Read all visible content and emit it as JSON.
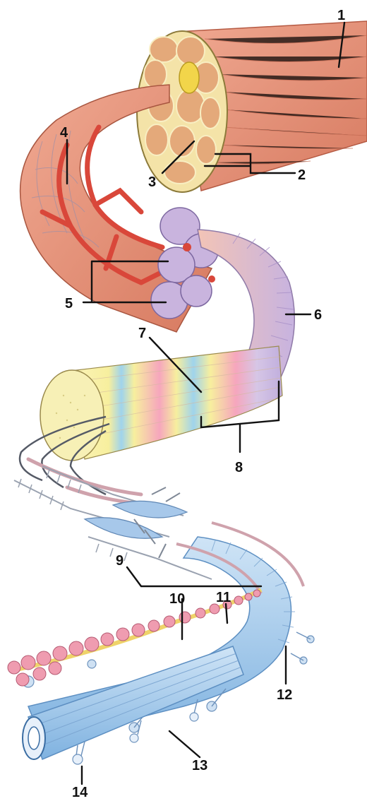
{
  "labels": [
    {
      "id": "1",
      "text": "1"
    },
    {
      "id": "2",
      "text": "2"
    },
    {
      "id": "3",
      "text": "3"
    },
    {
      "id": "4",
      "text": "4"
    },
    {
      "id": "5",
      "text": "5"
    },
    {
      "id": "6",
      "text": "6"
    },
    {
      "id": "7",
      "text": "7"
    },
    {
      "id": "8",
      "text": "8"
    },
    {
      "id": "9",
      "text": "9"
    },
    {
      "id": "10",
      "text": "10"
    },
    {
      "id": "11",
      "text": "11"
    },
    {
      "id": "12",
      "text": "12"
    },
    {
      "id": "13",
      "text": "13"
    },
    {
      "id": "14",
      "text": "14"
    }
  ],
  "colors": {
    "muscle": "#e8977f",
    "muscle_dark": "#c9674f",
    "fascicle_wrap": "#f4e3a8",
    "vessel": "#d9473a",
    "fiber": "#cbb3d8",
    "myofibril_yellow": "#f7ef9e",
    "myofibril_blue": "#9fd3ec",
    "myofibril_pink": "#f6a6bd",
    "tubule_blue": "#9cc6ea",
    "mitochondria": "#ef9cb0",
    "filament_yellow": "#efd36a",
    "label": "#111111"
  }
}
